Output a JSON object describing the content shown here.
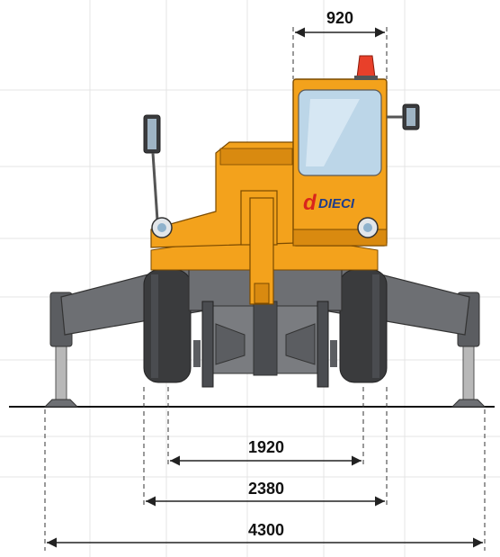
{
  "brand": {
    "logo_letter": "d",
    "logo_word": "DIECI"
  },
  "dimensions": {
    "cab_width": "920",
    "track_inner": "1920",
    "track_outer": "2380",
    "outrigger_span": "4300"
  },
  "colors": {
    "body_orange": "#f3a21c",
    "body_shadow": "#d98a10",
    "chassis_gray": "#6d6f73",
    "chassis_dark": "#4a4c50",
    "tire_dark": "#3a3b3d",
    "glass_blue": "#bcd6e8",
    "beacon_red": "#e8402a",
    "logo_red": "#d9251c",
    "logo_blue": "#1f3d8a",
    "dimension_line": "#222222",
    "grid_line": "#e4e4e4"
  },
  "icons": [
    "left-mirror-icon",
    "right-mirror-icon",
    "beacon-icon",
    "headlight-icon"
  ]
}
